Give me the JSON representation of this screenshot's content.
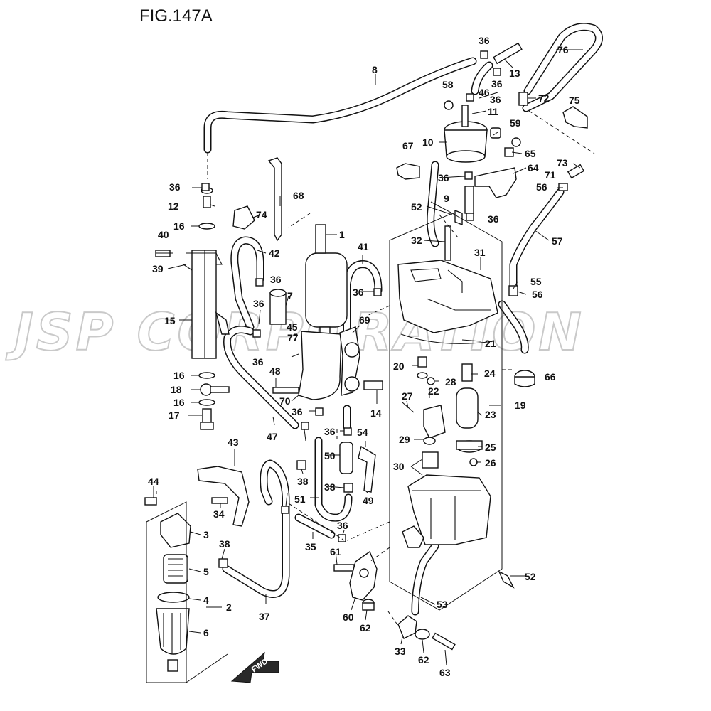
{
  "figure": {
    "title": "FIG.147A",
    "watermark": "JSP CORPORATION",
    "fwd_label": "FWD"
  },
  "callouts": [
    "1",
    "2",
    "3",
    "4",
    "5",
    "6",
    "7",
    "8",
    "9",
    "10",
    "11",
    "12",
    "13",
    "14",
    "15",
    "16",
    "16",
    "16",
    "17",
    "18",
    "19",
    "20",
    "21",
    "22",
    "23",
    "24",
    "25",
    "26",
    "27",
    "28",
    "29",
    "30",
    "31",
    "32",
    "33",
    "34",
    "35",
    "36",
    "36",
    "36",
    "36",
    "36",
    "36",
    "36",
    "36",
    "36",
    "36",
    "36",
    "36",
    "36",
    "37",
    "38",
    "38",
    "38",
    "39",
    "40",
    "41",
    "42",
    "43",
    "44",
    "45",
    "46",
    "47",
    "48",
    "49",
    "50",
    "51",
    "52",
    "52",
    "53",
    "54",
    "55",
    "56",
    "56",
    "57",
    "58",
    "59",
    "60",
    "61",
    "62",
    "62",
    "63",
    "64",
    "65",
    "66",
    "67",
    "68",
    "69",
    "70",
    "71",
    "72",
    "73",
    "74",
    "75",
    "76",
    "77"
  ]
}
